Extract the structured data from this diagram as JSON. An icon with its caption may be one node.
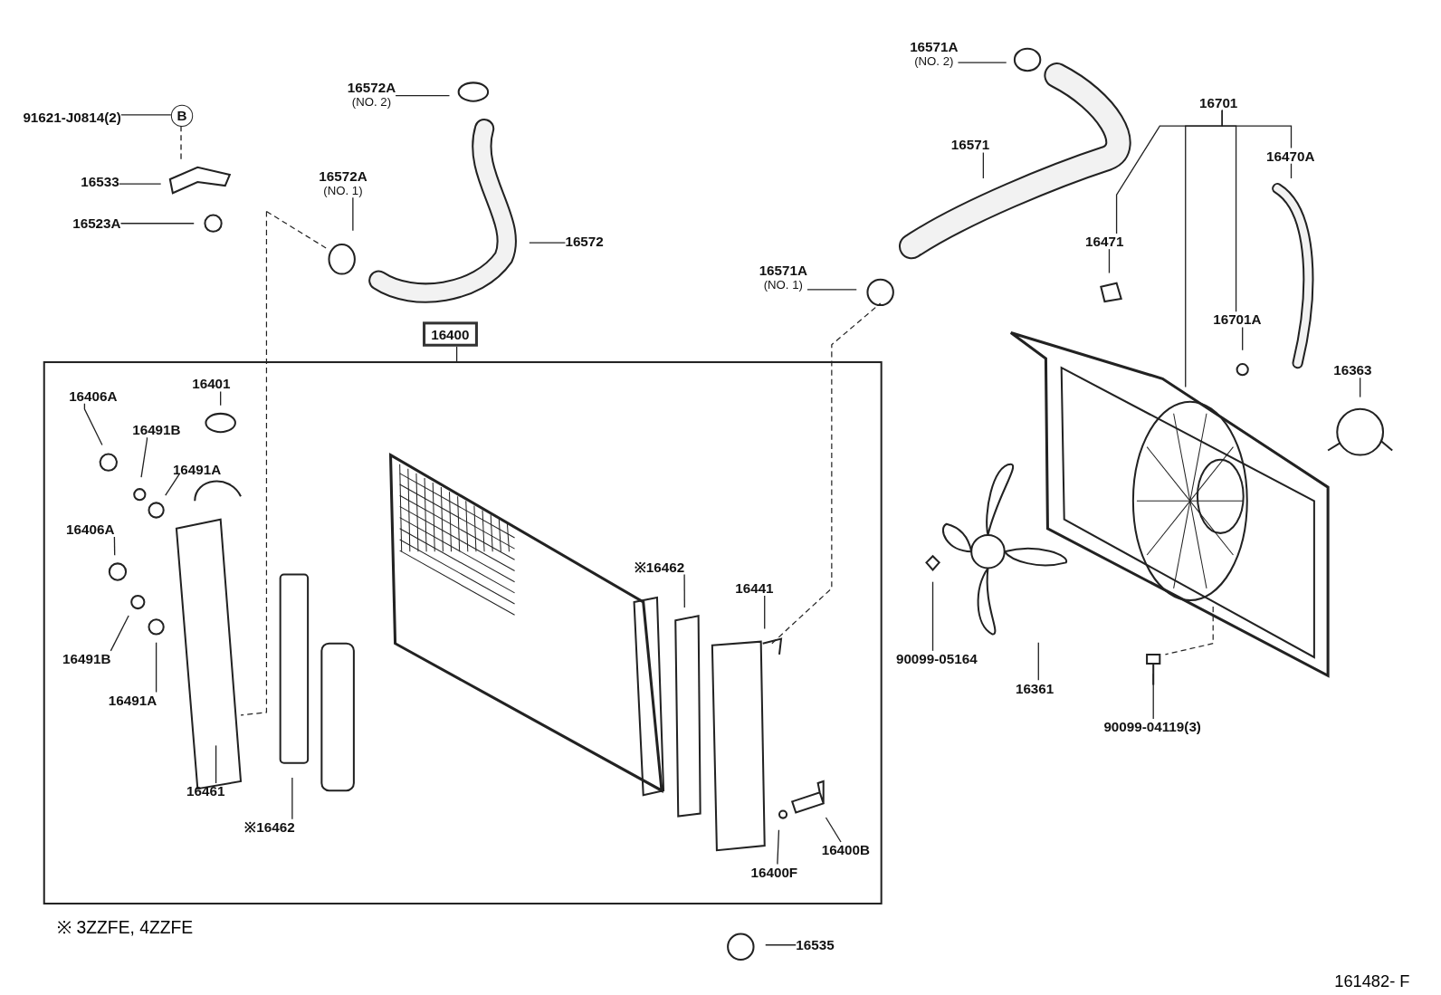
{
  "diagram": {
    "nodes": [
      {
        "text": [
          "91621-J0814(2)"
        ]
      },
      {
        "text": [
          "B"
        ]
      },
      {
        "text": [
          "16572A",
          "(NO. 2)"
        ]
      },
      {
        "text": [
          "16571A",
          "(NO. 2)"
        ]
      },
      {
        "text": [
          "16701"
        ]
      },
      {
        "text": [
          "16571"
        ]
      },
      {
        "text": [
          "16470A"
        ]
      },
      {
        "text": [
          "16533"
        ]
      },
      {
        "text": [
          "16572A",
          "(NO. 1)"
        ]
      },
      {
        "text": [
          "16523A"
        ]
      },
      {
        "text": [
          "16471"
        ]
      },
      {
        "text": [
          "16572"
        ]
      },
      {
        "text": [
          "16571A",
          "(NO. 1)"
        ]
      },
      {
        "text": [
          "16701A"
        ]
      },
      {
        "text": [
          "16400"
        ]
      },
      {
        "text": [],
        "shape": "box"
      },
      {
        "text": [
          "16363"
        ]
      },
      {
        "text": [
          "16406A"
        ],
        "in": 15
      },
      {
        "text": [
          "16401"
        ],
        "in": 15
      },
      {
        "text": [
          "16491B"
        ],
        "in": 15
      },
      {
        "text": [
          "16491A"
        ],
        "in": 15
      },
      {
        "text": [
          "16406A"
        ],
        "in": 15
      },
      {
        "text": [
          "※16462"
        ],
        "in": 15
      },
      {
        "text": [
          "16441"
        ],
        "in": 15
      },
      {
        "text": [
          "16491B"
        ],
        "in": 15
      },
      {
        "text": [
          "16491A"
        ],
        "in": 15
      },
      {
        "text": [
          "16461"
        ],
        "in": 15
      },
      {
        "text": [
          "※16462"
        ],
        "in": 15
      },
      {
        "text": [
          "16400B"
        ],
        "in": 15
      },
      {
        "text": [
          "16400F"
        ],
        "in": 15
      },
      {
        "text": [
          "90099-05164"
        ]
      },
      {
        "text": [
          "16361"
        ]
      },
      {
        "text": [
          "90099-04119(3)"
        ]
      },
      {
        "text": [
          "16535"
        ]
      }
    ],
    "edges": [
      {
        "from": 0,
        "to": 1,
        "arrow": "none"
      },
      {
        "from": 1,
        "to": null,
        "arrow": "none",
        "style": "dashed"
      },
      {
        "from": 2,
        "to": null,
        "arrow": "none"
      },
      {
        "from": 3,
        "to": null,
        "arrow": "none"
      },
      {
        "from": 4,
        "to": 10,
        "arrow": "none"
      },
      {
        "from": 4,
        "to": null,
        "arrow": "none"
      },
      {
        "from": 4,
        "to": 13,
        "arrow": "none"
      },
      {
        "from": 4,
        "to": 6,
        "arrow": "none"
      },
      {
        "from": 5,
        "to": null,
        "arrow": "none"
      },
      {
        "from": 6,
        "to": null,
        "arrow": "none"
      },
      {
        "from": 7,
        "to": null,
        "arrow": "none"
      },
      {
        "from": 8,
        "to": null,
        "arrow": "none"
      },
      {
        "from": 9,
        "to": null,
        "arrow": "none"
      },
      {
        "from": 10,
        "to": null,
        "arrow": "none"
      },
      {
        "from": 11,
        "to": null,
        "arrow": "none"
      },
      {
        "from": 12,
        "to": null,
        "arrow": "none"
      },
      {
        "from": 13,
        "to": null,
        "arrow": "none"
      },
      {
        "from": 14,
        "to": 15,
        "arrow": "none"
      },
      {
        "from": 16,
        "to": null,
        "arrow": "none"
      },
      {
        "from": 17,
        "to": null,
        "arrow": "none"
      },
      {
        "from": 18,
        "to": null,
        "arrow": "none"
      },
      {
        "from": 19,
        "to": null,
        "arrow": "none"
      },
      {
        "from": 20,
        "to": null,
        "arrow": "none"
      },
      {
        "from": 21,
        "to": null,
        "arrow": "none"
      },
      {
        "from": 22,
        "to": null,
        "arrow": "none"
      },
      {
        "from": 23,
        "to": null,
        "arrow": "none"
      },
      {
        "from": 24,
        "to": null,
        "arrow": "none"
      },
      {
        "from": 25,
        "to": null,
        "arrow": "none"
      },
      {
        "from": 26,
        "to": null,
        "arrow": "none"
      },
      {
        "from": 27,
        "to": null,
        "arrow": "none"
      },
      {
        "from": 28,
        "to": null,
        "arrow": "none"
      },
      {
        "from": 29,
        "to": null,
        "arrow": "none"
      },
      {
        "from": 30,
        "to": null,
        "arrow": "none"
      },
      {
        "from": 31,
        "to": null,
        "arrow": "none"
      },
      {
        "from": 32,
        "to": null,
        "arrow": "none"
      },
      {
        "from": 33,
        "to": null,
        "arrow": "none"
      }
    ],
    "labels": [
      "※ 3ZZFE, 4ZZFE",
      "161482- F"
    ]
  }
}
